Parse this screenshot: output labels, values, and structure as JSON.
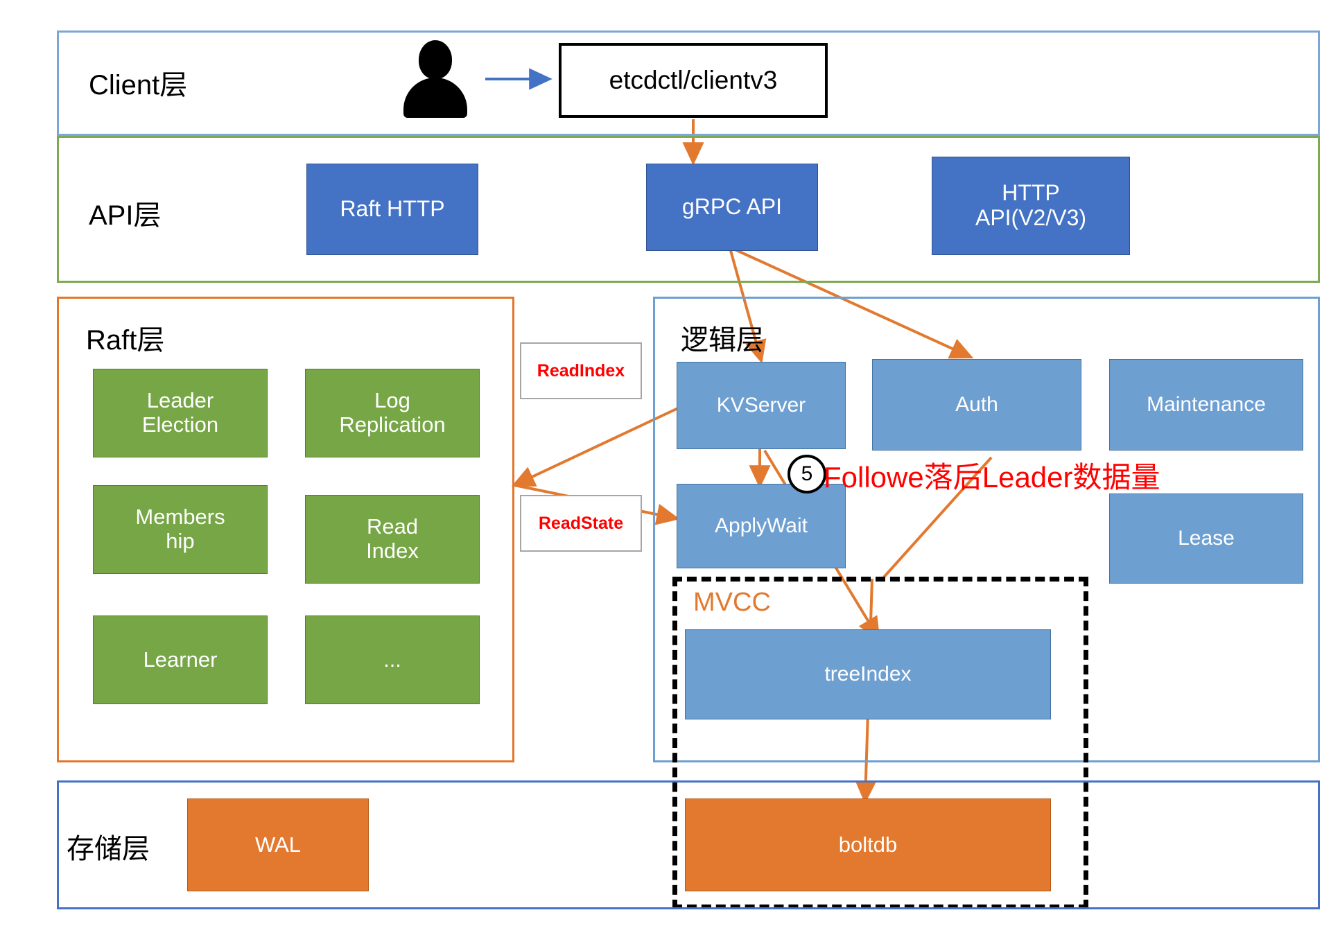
{
  "diagram": {
    "title_hidden": "etcd architecture layers",
    "colors": {
      "api_blue": "#4472C4",
      "raft_green": "#76A646",
      "logic_blue": "#6E9FD1",
      "storage_orange": "#E2792F",
      "annotation_red": "#FF0000",
      "arrow_orange": "#E2792F",
      "client_border": "#7BA7D7",
      "api_border": "#7FA94E",
      "raft_border": "#E2762B",
      "logic_border": "#6E9FD1",
      "storage_border": "#4472C4",
      "mvcc_label": "#E2792F"
    }
  },
  "client_layer": {
    "title": "Client层",
    "person_icon": "person-icon",
    "arrow_icon": "right-arrow-icon",
    "client_tool": "etcdctl/clientv3"
  },
  "api_layer": {
    "title": "API层",
    "nodes": [
      {
        "label": "Raft HTTP"
      },
      {
        "label": "gRPC API"
      },
      {
        "label": "HTTP\nAPI(V2/V3)"
      }
    ]
  },
  "raft_layer": {
    "title": "Raft层",
    "nodes": [
      {
        "label": "Leader\nElection"
      },
      {
        "label": "Log\nReplication"
      },
      {
        "label": "Members\nhip"
      },
      {
        "label": "Read\nIndex"
      },
      {
        "label": "Learner"
      },
      {
        "label": "..."
      }
    ]
  },
  "middle_tags": [
    {
      "label": "ReadIndex"
    },
    {
      "label": "ReadState"
    }
  ],
  "logic_layer": {
    "title": "逻辑层",
    "nodes": [
      {
        "label": "KVServer"
      },
      {
        "label": "Auth"
      },
      {
        "label": "Maintenance"
      },
      {
        "label": "ApplyWait"
      },
      {
        "label": "Lease"
      },
      {
        "label": "treeIndex"
      }
    ],
    "mvcc_label": "MVCC"
  },
  "storage_layer": {
    "title": "存储层",
    "nodes": [
      {
        "label": "WAL"
      },
      {
        "label": "boltdb"
      }
    ]
  },
  "annotations": [
    {
      "step": "5",
      "text": "Followe落后Leader数据量"
    }
  ]
}
